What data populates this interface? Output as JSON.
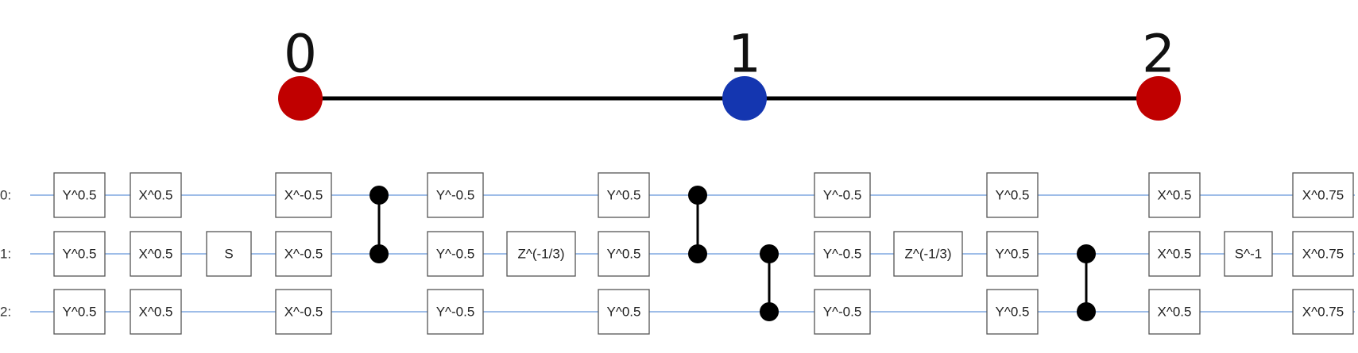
{
  "topology": {
    "nodes": [
      {
        "label": "0",
        "color": "#c00000"
      },
      {
        "label": "1",
        "color": "#1436b0"
      },
      {
        "label": "2",
        "color": "#c00000"
      }
    ]
  },
  "circuit": {
    "wire_color": "#7fa7e0",
    "qubits": [
      {
        "label": "0:"
      },
      {
        "label": "1:"
      },
      {
        "label": "2:"
      }
    ],
    "gates": [
      {
        "q": 0,
        "m": 0,
        "label": "Y^0.5"
      },
      {
        "q": 1,
        "m": 0,
        "label": "Y^0.5"
      },
      {
        "q": 2,
        "m": 0,
        "label": "Y^0.5"
      },
      {
        "q": 0,
        "m": 1,
        "label": "X^0.5"
      },
      {
        "q": 1,
        "m": 1,
        "label": "X^0.5"
      },
      {
        "q": 2,
        "m": 1,
        "label": "X^0.5"
      },
      {
        "q": 1,
        "m": 2,
        "label": "S"
      },
      {
        "q": 0,
        "m": 3,
        "label": "X^-0.5"
      },
      {
        "q": 1,
        "m": 3,
        "label": "X^-0.5"
      },
      {
        "q": 2,
        "m": 3,
        "label": "X^-0.5"
      },
      {
        "q": 0,
        "m": 5,
        "label": "Y^-0.5"
      },
      {
        "q": 1,
        "m": 5,
        "label": "Y^-0.5"
      },
      {
        "q": 2,
        "m": 5,
        "label": "Y^-0.5"
      },
      {
        "q": 1,
        "m": 6,
        "label": "Z^(-1/3)"
      },
      {
        "q": 0,
        "m": 7,
        "label": "Y^0.5"
      },
      {
        "q": 1,
        "m": 7,
        "label": "Y^0.5"
      },
      {
        "q": 2,
        "m": 7,
        "label": "Y^0.5"
      },
      {
        "q": 0,
        "m": 10,
        "label": "Y^-0.5"
      },
      {
        "q": 1,
        "m": 10,
        "label": "Y^-0.5"
      },
      {
        "q": 2,
        "m": 10,
        "label": "Y^-0.5"
      },
      {
        "q": 1,
        "m": 11,
        "label": "Z^(-1/3)"
      },
      {
        "q": 0,
        "m": 12,
        "label": "Y^0.5"
      },
      {
        "q": 1,
        "m": 12,
        "label": "Y^0.5"
      },
      {
        "q": 2,
        "m": 12,
        "label": "Y^0.5"
      },
      {
        "q": 0,
        "m": 14,
        "label": "X^0.5"
      },
      {
        "q": 1,
        "m": 14,
        "label": "X^0.5"
      },
      {
        "q": 2,
        "m": 14,
        "label": "X^0.5"
      },
      {
        "q": 1,
        "m": 15,
        "label": "S^-1"
      },
      {
        "q": 0,
        "m": 16,
        "label": "X^0.75"
      },
      {
        "q": 1,
        "m": 16,
        "label": "X^0.75"
      },
      {
        "q": 2,
        "m": 16,
        "label": "X^0.75"
      }
    ],
    "controlled_z": [
      {
        "m": 4,
        "q1": 0,
        "q2": 1
      },
      {
        "m": 8,
        "q1": 0,
        "q2": 1
      },
      {
        "m": 9,
        "q1": 1,
        "q2": 2
      },
      {
        "m": 13,
        "q1": 1,
        "q2": 2
      }
    ]
  }
}
